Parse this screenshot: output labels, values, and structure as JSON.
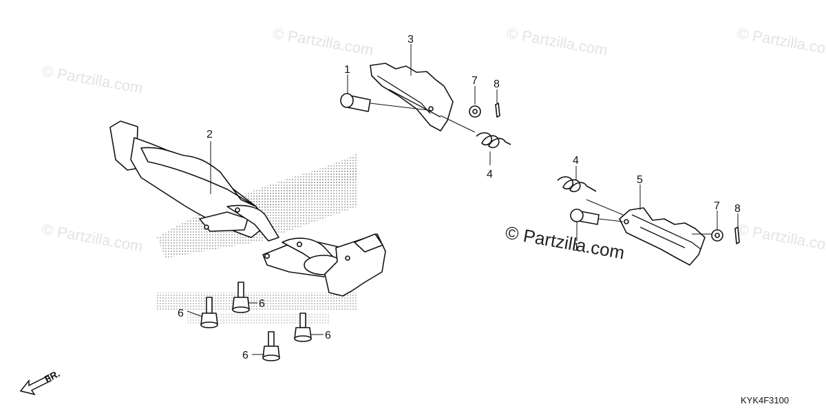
{
  "watermark": {
    "text": "© Partzilla.com",
    "main_text": "© Partzilla.com"
  },
  "drawing_code": "KYK4F3100",
  "front_indicator": {
    "label": "FR."
  },
  "callouts": {
    "c1a": "1",
    "c1b": "1",
    "c2": "2",
    "c3": "3",
    "c4a": "4",
    "c4b": "4",
    "c5": "5",
    "c6a": "6",
    "c6b": "6",
    "c6c": "6",
    "c6d": "6",
    "c7a": "7",
    "c7b": "7",
    "c8a": "8",
    "c8b": "8"
  },
  "colors": {
    "ink": "#111111",
    "watermark": "#e3e3e3",
    "background": "#ffffff"
  }
}
